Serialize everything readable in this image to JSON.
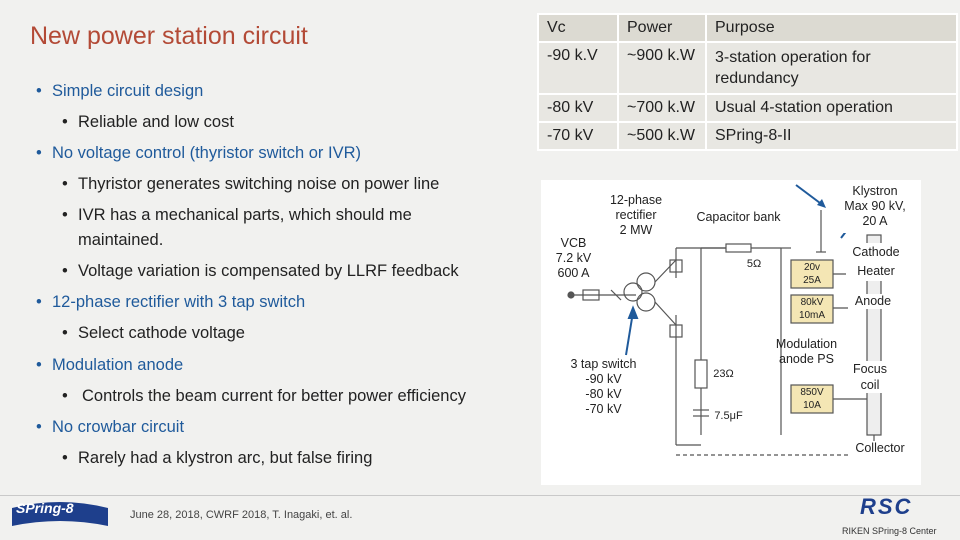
{
  "title": "New power station circuit",
  "bullets": [
    {
      "level": 1,
      "text": "Simple circuit design"
    },
    {
      "level": 2,
      "text": "Reliable and low cost"
    },
    {
      "level": 1,
      "text": "No voltage control (thyristor switch or IVR)"
    },
    {
      "level": 2,
      "text": "Thyristor generates switching noise on power line"
    },
    {
      "level": 2,
      "text": "IVR has a mechanical parts, which should me"
    },
    {
      "level": 2,
      "text": "maintained."
    },
    {
      "level": 2,
      "text": "Voltage variation is compensated by LLRF feedback"
    },
    {
      "level": 1,
      "text": "12-phase rectifier with 3 tap switch"
    },
    {
      "level": 2,
      "text": "Select cathode voltage"
    },
    {
      "level": 1,
      "text": "Modulation anode"
    },
    {
      "level": 2,
      "text": "Controls the beam current for better power efficiency"
    },
    {
      "level": 1,
      "text": "No crowbar circuit"
    },
    {
      "level": 2,
      "text": "Rarely had a klystron arc, but false firing"
    }
  ],
  "table": {
    "headers": [
      "Vc",
      "Power",
      "Purpose"
    ],
    "rows": [
      [
        "-90 k.V",
        "~900 k.W",
        "3-station operation for redundancy"
      ],
      [
        "-80 kV",
        "~700 k.W",
        "Usual 4-station operation"
      ],
      [
        "-70 kV",
        "~500 k.W",
        "SPring-8-II"
      ]
    ]
  },
  "diagram": {
    "vcb": "VCB\n7.2 kV\n600 A",
    "rectifier": "12-phase\nrectifier\n2 MW",
    "capacitor_bank": "Capacitor bank",
    "klystron": "Klystron\nMax 90 kV,\n20 A",
    "cathode_heater": "Cathode\nHeater",
    "anode": "Anode",
    "modulation_anode_ps": "Modulation\nanode PS",
    "focus_coil": "Focus\ncoil",
    "collector": "Collector",
    "tap_switch": "3 tap switch\n-90 kV\n-80 kV\n-70 kV",
    "r1": "5Ω",
    "r2": "23Ω",
    "cap": "7.5μF",
    "box1": "20v\n25A",
    "box2": "80kV\n10mA",
    "box3": "850V\n10A"
  },
  "footer": {
    "logo": "SPring-8",
    "citation": "June 28, 2018, CWRF 2018,   T. Inagaki, et. al.",
    "org_logo": "RSC",
    "org": "RIKEN SPring-8 Center"
  },
  "colors": {
    "title": "#b34a36",
    "level1": "#1f5a9b",
    "level2": "#222222",
    "arrow": "#1f5a9b"
  }
}
